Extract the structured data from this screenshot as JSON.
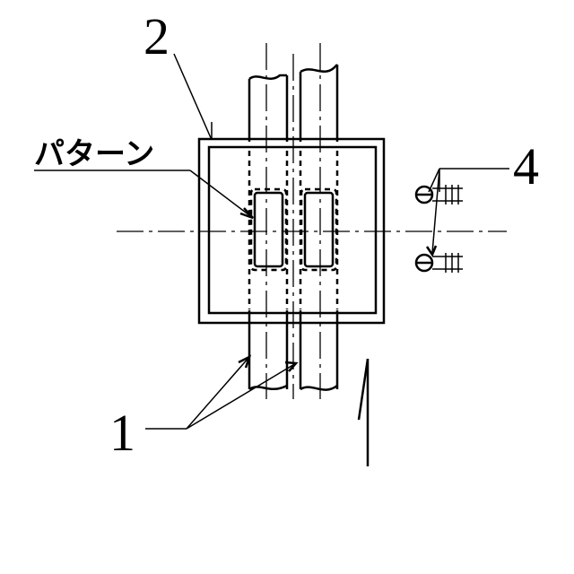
{
  "labels": {
    "ref_1": "1",
    "ref_2": "2",
    "ref_4": "4",
    "pattern": "パターン"
  },
  "colors": {
    "ink": "#000000",
    "paper": "#ffffff"
  }
}
